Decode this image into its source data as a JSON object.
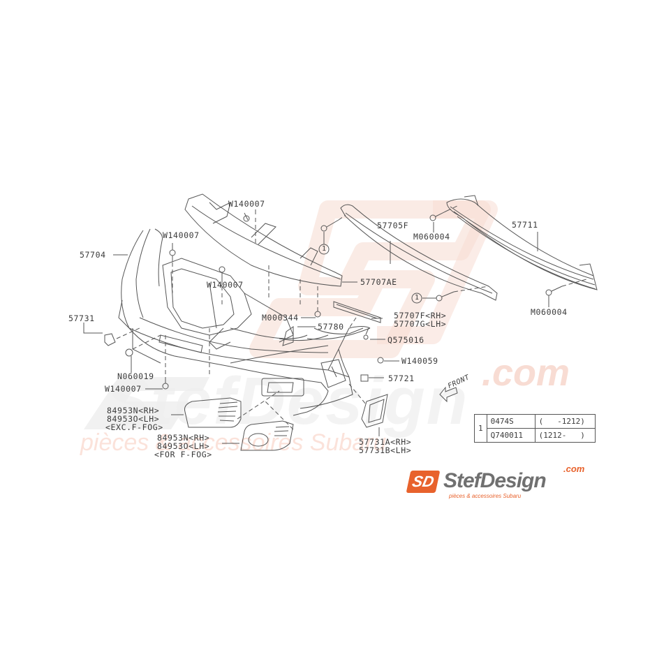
{
  "diagram": {
    "title": "Front bumper assembly - parts diagram",
    "colors": {
      "line": "#555555",
      "text": "#3a3a3a",
      "watermark": "#f6d8cf",
      "brand_orange": "#e8622c",
      "brand_gray": "#6b6b6b"
    },
    "labels": [
      {
        "id": "57704",
        "text": "57704"
      },
      {
        "id": "W140007_a",
        "text": "W140007"
      },
      {
        "id": "W140007_b",
        "text": "W140007"
      },
      {
        "id": "W140007_c",
        "text": "W140007"
      },
      {
        "id": "W140007_d",
        "text": "W140007"
      },
      {
        "id": "57705F",
        "text": "57705F"
      },
      {
        "id": "M060004_a",
        "text": "M060004"
      },
      {
        "id": "57711",
        "text": "57711"
      },
      {
        "id": "M060004_b",
        "text": "M060004"
      },
      {
        "id": "57707AE",
        "text": "57707AE"
      },
      {
        "id": "M000344",
        "text": "M000344"
      },
      {
        "id": "57780",
        "text": "57780"
      },
      {
        "id": "57707F",
        "text": "57707F<RH>"
      },
      {
        "id": "57707G",
        "text": "57707G<LH>"
      },
      {
        "id": "Q575016",
        "text": "Q575016"
      },
      {
        "id": "W140059",
        "text": "W140059"
      },
      {
        "id": "57721",
        "text": "57721"
      },
      {
        "id": "57731",
        "text": "57731"
      },
      {
        "id": "N060019",
        "text": "N060019"
      },
      {
        "id": "84953N_exc",
        "text": "84953N<RH>"
      },
      {
        "id": "84953O_exc",
        "text": "84953O<LH>"
      },
      {
        "id": "exc_ffog",
        "text": "<EXC.F-FOG>"
      },
      {
        "id": "84953N_for",
        "text": "84953N<RH>"
      },
      {
        "id": "84953O_for",
        "text": "84953O<LH>"
      },
      {
        "id": "for_ffog",
        "text": "<FOR F-FOG>"
      },
      {
        "id": "57731A",
        "text": "57731A<RH>"
      },
      {
        "id": "57731B",
        "text": "57731B<LH>"
      },
      {
        "id": "callout_1a",
        "text": "1"
      },
      {
        "id": "callout_1b",
        "text": "1"
      },
      {
        "id": "front_arrow",
        "text": "FRONT"
      }
    ],
    "legend_table": {
      "callout": "1",
      "rows": [
        {
          "part": "0474S",
          "range": "(   -1212)"
        },
        {
          "part": "Q740011",
          "range": "(1212-   )"
        }
      ]
    }
  },
  "watermark": {
    "brand": "StefDesign",
    "domain": ".com",
    "tagline": "pièces & accessoires Subaru"
  },
  "logo": {
    "mark": "SD",
    "name": "StefDesign",
    "domain": ".com",
    "tagline": "pièces & accessoires Subaru"
  }
}
